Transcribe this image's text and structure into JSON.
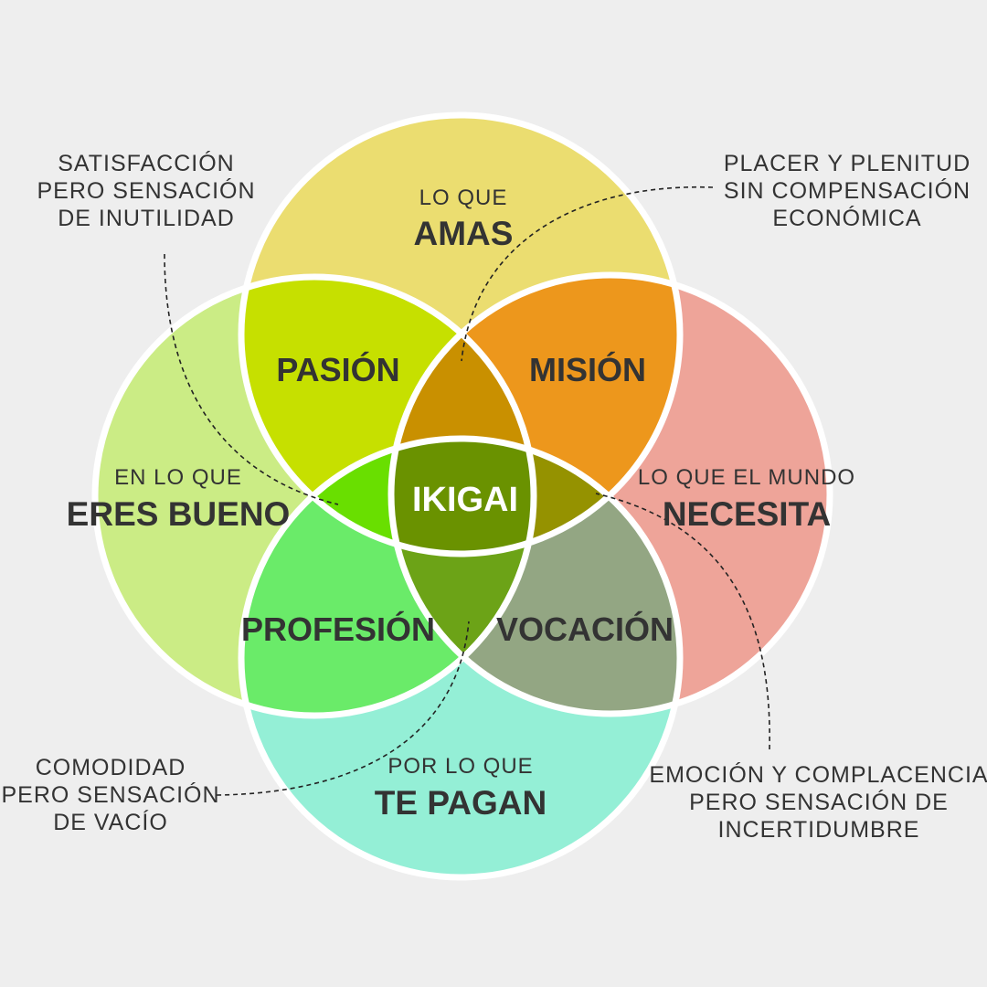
{
  "colors": {
    "background": "#eeeeee",
    "loves": "#ebdd70",
    "good": "#cbec85",
    "needs": "#eea499",
    "paid": "#94efd6",
    "pasion": "#c6e000",
    "mision": "#ed971c",
    "profesion": "#6aeb69",
    "vocacion": "#93a683",
    "loves_good_needs": "#c99000",
    "loves_good_paid": "#69df00",
    "loves_needs_paid": "#959200",
    "good_needs_paid": "#6ca317",
    "ikigai": "#6a9200",
    "outline": "#ffffff",
    "text": "#333333"
  },
  "circles": {
    "loves": {
      "light": "LO QUE",
      "bold": "AMAS"
    },
    "good": {
      "light": "EN LO QUE",
      "bold": "ERES BUENO"
    },
    "needs": {
      "light": "LO QUE EL MUNDO",
      "bold": "NECESITA"
    },
    "paid": {
      "light": "POR LO QUE",
      "bold": "TE PAGAN"
    }
  },
  "intersections": {
    "pasion": "PASIÓN",
    "mision": "MISIÓN",
    "profesion": "PROFESIÓN",
    "vocacion": "VOCACIÓN",
    "center": "IKIGAI"
  },
  "annotations": {
    "top_left": [
      "SATISFACCIÓN",
      "PERO SENSACIÓN",
      "DE INUTILIDAD"
    ],
    "top_right": [
      "PLACER Y PLENITUD",
      "SIN COMPENSACIÓN",
      "ECONÓMICA"
    ],
    "bottom_left": [
      "COMODIDAD",
      "PERO SENSACIÓN",
      "DE VACÍO"
    ],
    "bottom_right": [
      "EMOCIÓN Y COMPLACENCIA",
      "PERO SENSACIÓN DE",
      "INCERTIDUMBRE"
    ]
  }
}
